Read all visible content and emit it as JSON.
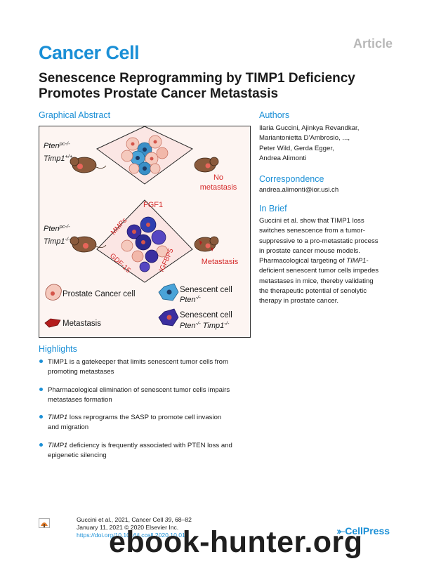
{
  "header": {
    "article_tag": "Article",
    "journal": "Cancer Cell",
    "title": "Senescence Reprogramming by TIMP1 Deficiency Promotes Prostate Cancer Metastasis"
  },
  "graphical_abstract": {
    "heading": "Graphical Abstract",
    "top_gene1": "Pten",
    "top_gene1_sup": "pc-/-",
    "top_gene2": "Timp1",
    "top_gene2_sup": "+/+",
    "top_outcome_line1": "No",
    "top_outcome_line2": "metastasis",
    "mid_gene1": "Pten",
    "mid_gene1_sup": "pc-/-",
    "mid_gene2": "Timp1",
    "mid_gene2_sup": "-/-",
    "mid_outcome": "Metastasis",
    "factor_fgf1": "FGF1",
    "factor_mmps": "MMPs",
    "factor_gdf15": "GDF-15",
    "factor_igfbp5": "IGFBP5",
    "legend_prostate": "Prostate Cancer cell",
    "legend_metastasis": "Metastasis",
    "legend_senescent1": "Senescent cell",
    "legend_senescent1_gene": "Pten",
    "legend_senescent1_sup": "-/-",
    "legend_senescent2": "Senescent cell",
    "legend_senescent2_gene_a": "Pten",
    "legend_senescent2_sup_a": "-/-",
    "legend_senescent2_gene_b": "Timp1",
    "legend_senescent2_sup_b": "-/-"
  },
  "authors": {
    "heading": "Authors",
    "line1": "Ilaria Guccini, Ajinkya Revandkar,",
    "line2": "Mariantonietta D’Ambrosio, ...,",
    "line3": "Peter Wild, Gerda Egger,",
    "line4": "Andrea Alimonti"
  },
  "correspondence": {
    "heading": "Correspondence",
    "email": "andrea.alimonti@ior.usi.ch"
  },
  "in_brief": {
    "heading": "In Brief",
    "line1": "Guccini et al. show that TIMP1 loss",
    "line2": "switches senescence from a tumor-",
    "line3": "suppressive to a pro-metastatic process",
    "line4": "in prostate cancer mouse models.",
    "line5_a": "Pharmacological targeting of ",
    "line5_em": "TIMP1",
    "line5_b": "-",
    "line6": "deficient senescent tumor cells impedes",
    "line7": "metastases in mice, thereby validating",
    "line8": "the therapeutic potential of senolytic",
    "line9": "therapy in prostate cancer."
  },
  "highlights": {
    "heading": "Highlights",
    "h1_line1": "TIMP1 is a gatekeeper that limits senescent tumor cells from",
    "h1_line2": "promoting metastases",
    "h2_line1": "Pharmacological elimination of senescent tumor cells impairs",
    "h2_line2": "metastases formation",
    "h3_em": "TIMP1",
    "h3_line1_rest": " loss reprograms the SASP to promote cell invasion",
    "h3_line2": "and migration",
    "h4_em": "TIMP1",
    "h4_line1_rest": " deficiency is frequently associated with PTEN loss and",
    "h4_line2": "epigenetic silencing"
  },
  "footer": {
    "cite_a": "Guccini et al., 2021, Cancer Cell ",
    "cite_vol": "39",
    "cite_b": ", 68–82",
    "date": "January 11, 2021 © 2020 Elsevier Inc.",
    "doi": "https://doi.org/10.1016/j.ccell.2020.10.012",
    "cellpress": "CellPress",
    "watermark": "ebook-hunter.org"
  },
  "colors": {
    "accent": "#1a8fd6",
    "red_label": "#d42a2a",
    "grey_tag": "#b8b8b8"
  }
}
